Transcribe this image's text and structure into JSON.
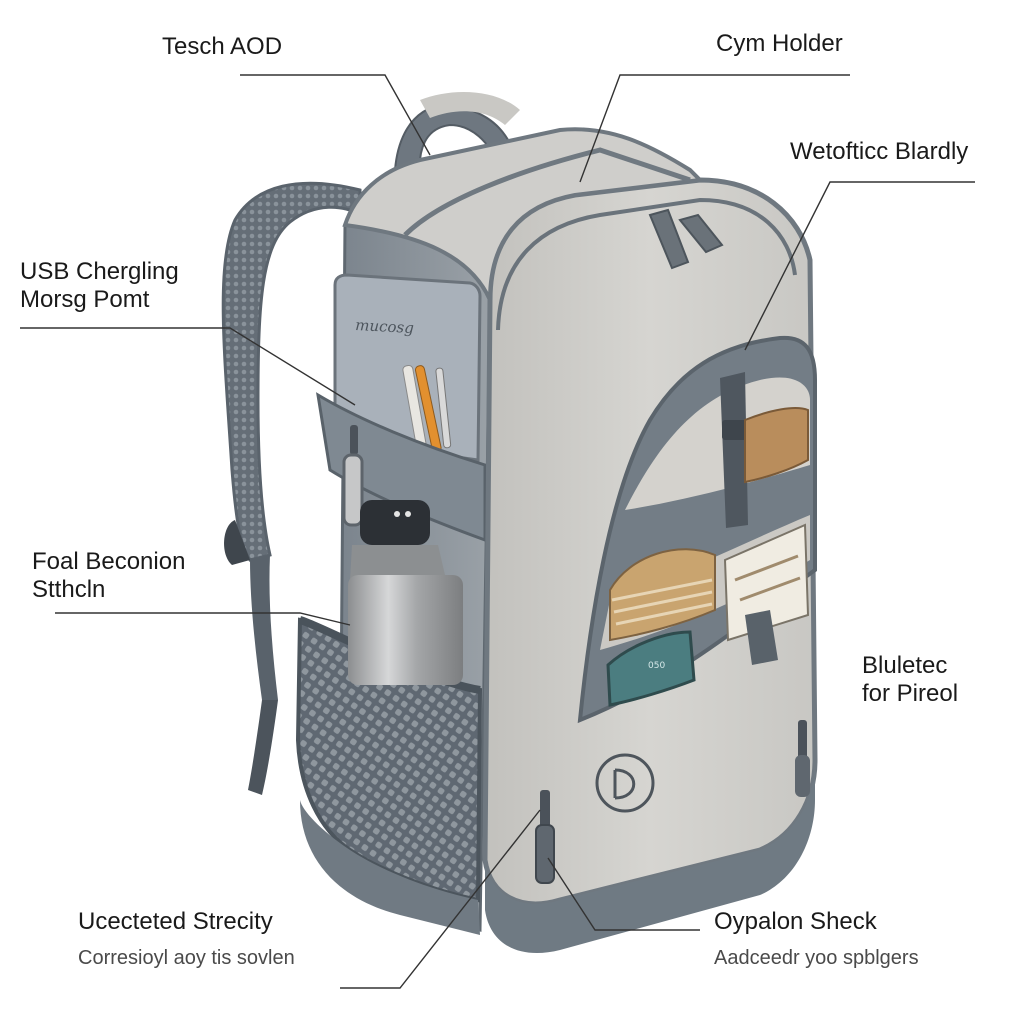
{
  "labels": {
    "tesch_aod": "Tesch AOD",
    "cym_holder": "Cym Holder",
    "wetofticc": "Wetofticc Blardly",
    "usb_line1": "USB Chergling",
    "usb_line2": "Morsg Pomt",
    "foal_line1": "Foal Beconion",
    "foal_line2": "Stthcln",
    "bluletec_line1": "Bluletec",
    "bluletec_line2": "for Pireol",
    "ucecteted_title": "Ucecteted Strecity",
    "ucecteted_sub": "Corresioyl aoy tis sovlen",
    "oypalon_title": "Oypalon Sheck",
    "oypalon_sub": "Aadceedr yoo spblgers"
  },
  "product": {
    "notebook_text": "mucosg",
    "phone_text": "050"
  },
  "colors": {
    "body": "#c9c8c4",
    "body_light": "#d9d8d4",
    "trim": "#707983",
    "slate": "#6d7a84",
    "mesh": "#5d6670",
    "bottle": "#a7a9ab",
    "leader": "#333333"
  }
}
